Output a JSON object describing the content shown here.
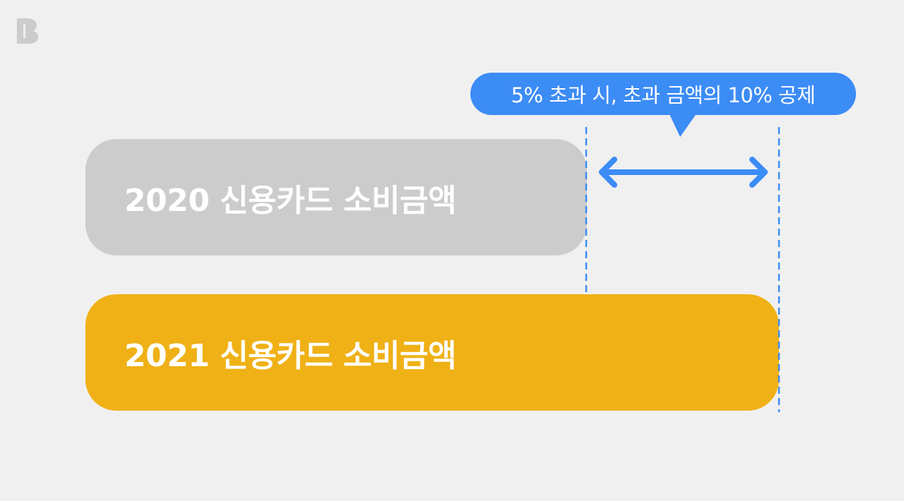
{
  "logo": {
    "icon": "b-logo",
    "color": "#cccccc"
  },
  "callout": {
    "text": "5% 초과 시, 초과 금액의 10% 공제",
    "color": "#3c8cf6"
  },
  "bars": [
    {
      "label": "2020 신용카드 소비금액",
      "color": "#cccccc"
    },
    {
      "label": "2021 신용카드 소비금액",
      "color": "#efb116"
    }
  ],
  "guides": {
    "color": "#3c8cf6",
    "arrow_icon": "double-headed-arrow"
  }
}
